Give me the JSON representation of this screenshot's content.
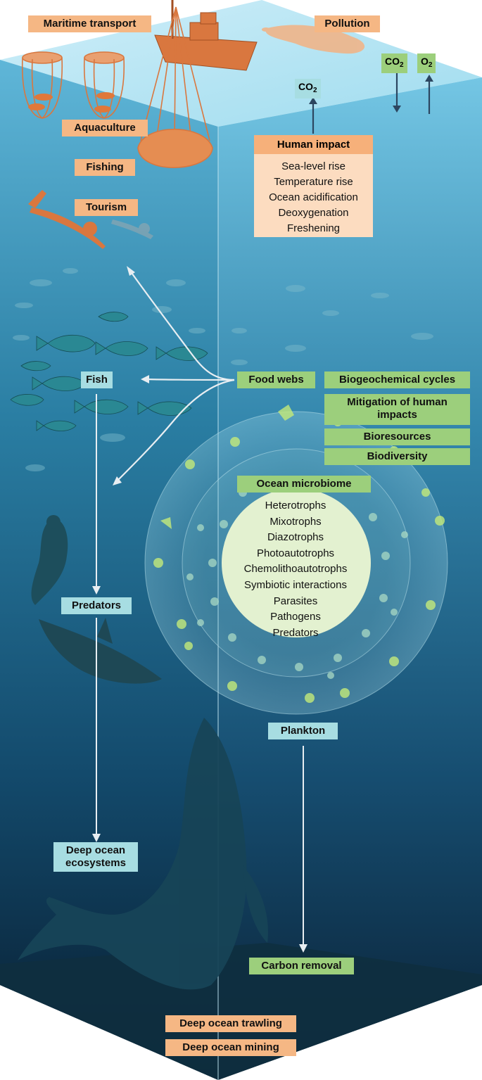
{
  "labels": {
    "maritime_transport": "Maritime transport",
    "pollution": "Pollution",
    "aquaculture": "Aquaculture",
    "fishing": "Fishing",
    "tourism": "Tourism",
    "fish": "Fish",
    "food_webs": "Food webs",
    "predators": "Predators",
    "deep_ocean_ecosystems_line1": "Deep ocean",
    "deep_ocean_ecosystems_line2": "ecosystems",
    "plankton": "Plankton",
    "carbon_removal": "Carbon removal",
    "deep_ocean_trawling": "Deep ocean trawling",
    "deep_ocean_mining": "Deep ocean mining"
  },
  "gases": {
    "co2_symbol": "CO",
    "co2_subscript": "2",
    "o2_symbol": "O",
    "o2_subscript": "2"
  },
  "human_impact": {
    "title": "Human impact",
    "items": [
      "Sea-level rise",
      "Temperature rise",
      "Ocean acidification",
      "Deoxygenation",
      "Freshening"
    ]
  },
  "functions": {
    "biogeochemical_cycles": "Biogeochemical cycles",
    "mitigation_line1": "Mitigation of human",
    "mitigation_line2": "impacts",
    "bioresources": "Bioresources",
    "biodiversity": "Biodiversity"
  },
  "ocean_microbiome": {
    "title": "Ocean microbiome",
    "items": [
      "Heterotrophs",
      "Mixotrophs",
      "Diazotrophs",
      "Photoautotrophs",
      "Chemolithoautotrophs",
      "Symbiotic interactions",
      "Parasites",
      "Pathogens",
      "Predators"
    ]
  },
  "colors": {
    "human_activity_label": "#f5b784",
    "ocean_function_label": "#9ccf7c",
    "organism_label": "#a7dde2",
    "human_figures": "#d9773f",
    "ocean_surface": "#6ec0de",
    "ocean_deep": "#0a2236",
    "arrow": "#e8eef2",
    "gas_arrow": "#2c4660"
  }
}
